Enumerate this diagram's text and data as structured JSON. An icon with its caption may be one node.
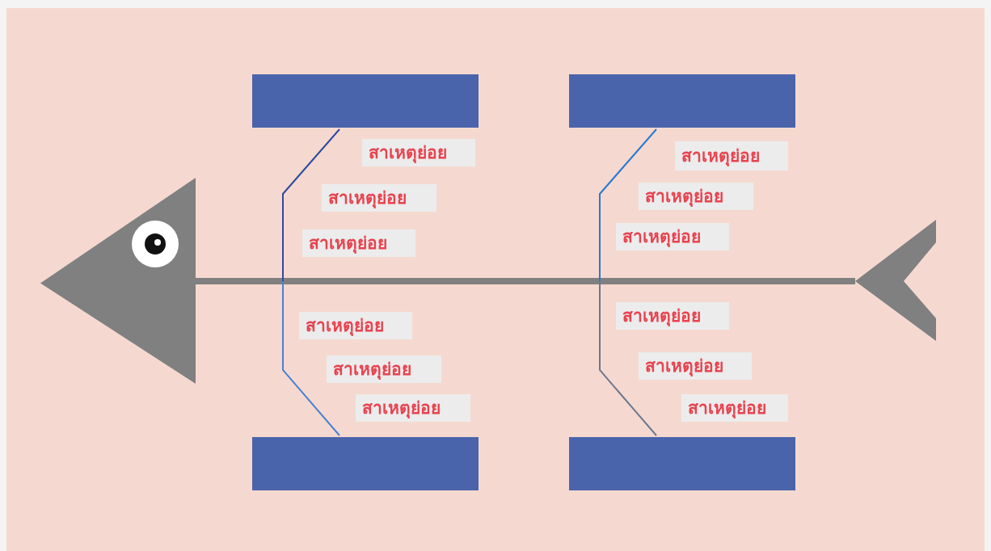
{
  "diagram": {
    "nodes": [
      {
        "text": [],
        "shape": "triangle"
      },
      {
        "text": [],
        "shape": "box"
      },
      {
        "text": [],
        "shape": "box"
      },
      {
        "text": [],
        "shape": "box"
      },
      {
        "text": [],
        "shape": "box"
      },
      {
        "text": [],
        "shape": "triangle"
      }
    ],
    "edges": [
      {
        "from": 5,
        "to": 0,
        "arrow": "none",
        "style": "thick",
        "color": "#808080"
      },
      {
        "from": 1,
        "to": null,
        "arrow": "none",
        "color": "#2f4b9e"
      },
      {
        "from": 2,
        "to": null,
        "arrow": "none",
        "color": "#2a78d0"
      },
      {
        "from": 3,
        "to": null,
        "arrow": "none",
        "color": "#4a80d0"
      },
      {
        "from": 4,
        "to": null,
        "arrow": "none",
        "color": "#6b7890"
      }
    ],
    "labels": [
      "สาเหตุย่อย",
      "สาเหตุย่อย",
      "สาเหตุย่อย",
      "สาเหตุย่อย",
      "สาเหตุย่อย",
      "สาเหตุย่อย",
      "สาเหตุย่อย",
      "สาเหตุย่อย",
      "สาเหตุย่อย",
      "สาเหตุย่อย",
      "สาเหตุย่อย",
      "สาเหตุย่อย"
    ]
  }
}
